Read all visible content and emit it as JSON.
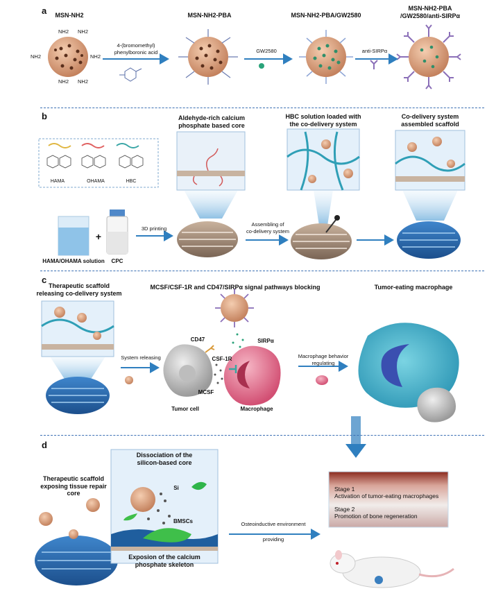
{
  "panel_a": {
    "letter": "a",
    "titles": [
      "MSN-NH2",
      "MSN-NH2-PBA",
      "MSN-NH2-PBA/GW2580",
      "MSN-NH2-PBA",
      "/GW2580/anti-SIRPα"
    ],
    "reagent1": [
      "4-(bromomethyl)",
      "phenylboronic acid"
    ],
    "reagent2": "GW2580",
    "reagent3": "anti-SIRPα",
    "nh2": "NH2"
  },
  "panel_b": {
    "letter": "b",
    "polymers": [
      "HAMA",
      "OHAMA",
      "HBC"
    ],
    "core_title": [
      "Aldehyde-rich calcium",
      "phosphate based core"
    ],
    "hbc_title": [
      "HBC solution loaded with",
      "the co-delivery system"
    ],
    "assembled_title": [
      "Co-delivery system",
      "assembled scaffold"
    ],
    "solution_label": "HAMA/OHAMA solution",
    "cpc_label": "CPC",
    "plus": "+",
    "printing": "3D printing",
    "assembling": [
      "Assembling of",
      "co-delivery system"
    ]
  },
  "panel_c": {
    "letter": "c",
    "scaffold_title": [
      "Therapeutic scaffold",
      "releasing co-delivery system"
    ],
    "pathway_title": "MCSF/CSF-1R and CD47/SIRPα signal pathways blocking",
    "tem_title": "Tumor-eating macrophage",
    "system_releasing": "System releasing",
    "cd47": "CD47",
    "csf1r": "CSF-1R",
    "mcsf": "MCSF",
    "sirpa": "SIRPα",
    "tumor_cell": "Tumor cell",
    "macrophage": "Macrophage",
    "behavior": [
      "Macrophage behavior",
      "regulating"
    ]
  },
  "panel_d": {
    "letter": "d",
    "scaffold_title": [
      "Therapeutic scaffold",
      "exposing tissue repair core"
    ],
    "dissociation": [
      "Dissociation of the",
      "silicon-based core"
    ],
    "si": "Si",
    "bmscs": "BMSCs",
    "exposion": [
      "Exposion of the calcium",
      "phosphate skeleton"
    ],
    "osteo": [
      "Osteoinductive environment",
      "providing"
    ],
    "stage1": "Stage 1",
    "stage1_text": "Activation of tumor-eating macrophages",
    "stage2": "Stage 2",
    "stage2_text": "Promotion of bone regeneration"
  },
  "colors": {
    "divider": "#3b6fb3",
    "arrow": "#2f7fbf",
    "scaffold_blue": "#2f6fb5",
    "particle": "#d9a07c",
    "antibody": "#8b6fb8",
    "macrophage": "#d9587a"
  }
}
